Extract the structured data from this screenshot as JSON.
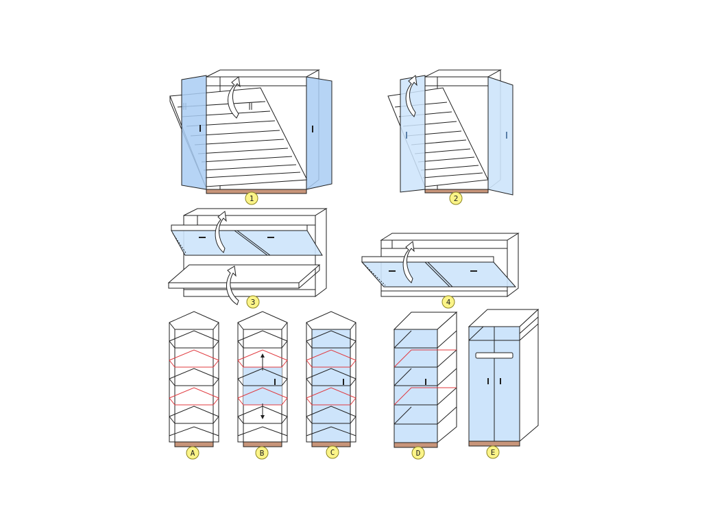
{
  "colors": {
    "line": "#1e1e1e",
    "door_fill": "#cde4fb",
    "door_fill_dark": "#a9ccf3",
    "plinth": "#c8957a",
    "shelf_red": "#e0393e",
    "badge_fill": "#fbf488",
    "badge_stroke": "#8c8420"
  },
  "labels": {
    "step_1": "1",
    "step_2": "2",
    "step_3": "3",
    "step_4": "4",
    "var_a": "A",
    "var_b": "B",
    "var_c": "C",
    "var_d": "D",
    "var_e": "E"
  }
}
